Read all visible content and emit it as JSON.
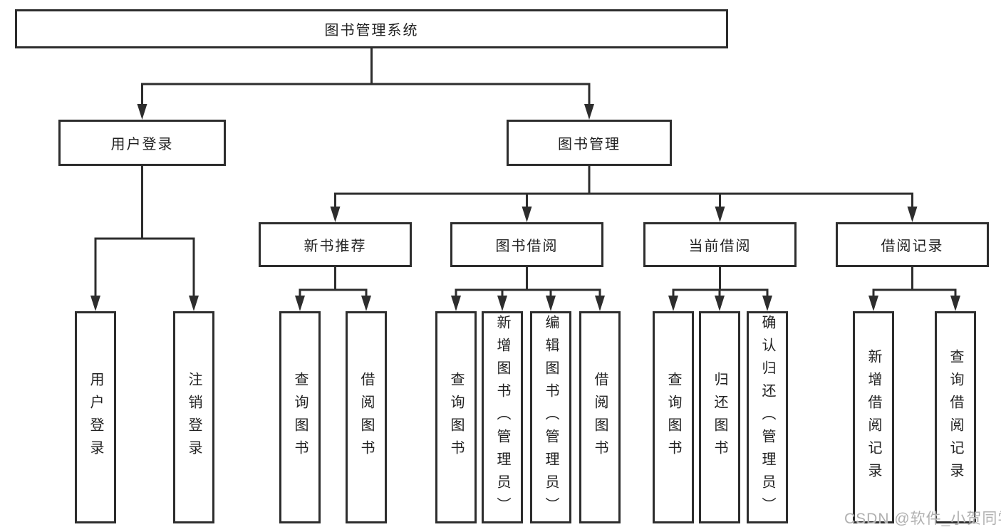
{
  "tree": {
    "label": "图书管理系统",
    "children": [
      {
        "label": "用户登录",
        "children": [
          {
            "label": "用户登录"
          },
          {
            "label": "注销登录"
          }
        ]
      },
      {
        "label": "图书管理",
        "children": [
          {
            "label": "新书推荐",
            "children": [
              {
                "label": "查询图书"
              },
              {
                "label": "借阅图书"
              }
            ]
          },
          {
            "label": "图书借阅",
            "children": [
              {
                "label": "查询图书"
              },
              {
                "label": "新增图书（管理员）"
              },
              {
                "label": "编辑图书（管理员）"
              },
              {
                "label": "借阅图书"
              }
            ]
          },
          {
            "label": "当前借阅",
            "children": [
              {
                "label": "查询图书"
              },
              {
                "label": "归还图书"
              },
              {
                "label": "确认归还（管理员）"
              }
            ]
          },
          {
            "label": "借阅记录",
            "children": [
              {
                "label": "新增借阅记录"
              },
              {
                "label": "查询借阅记录"
              }
            ]
          }
        ]
      }
    ]
  },
  "watermark": {
    "text": "CSDN @软件_小贺同学"
  },
  "colors": {
    "line": "#2d2d2d",
    "node_border": "#2d2d2d",
    "node_text": "#222222",
    "background": "#ffffff",
    "watermark": "#b0b0b0"
  }
}
